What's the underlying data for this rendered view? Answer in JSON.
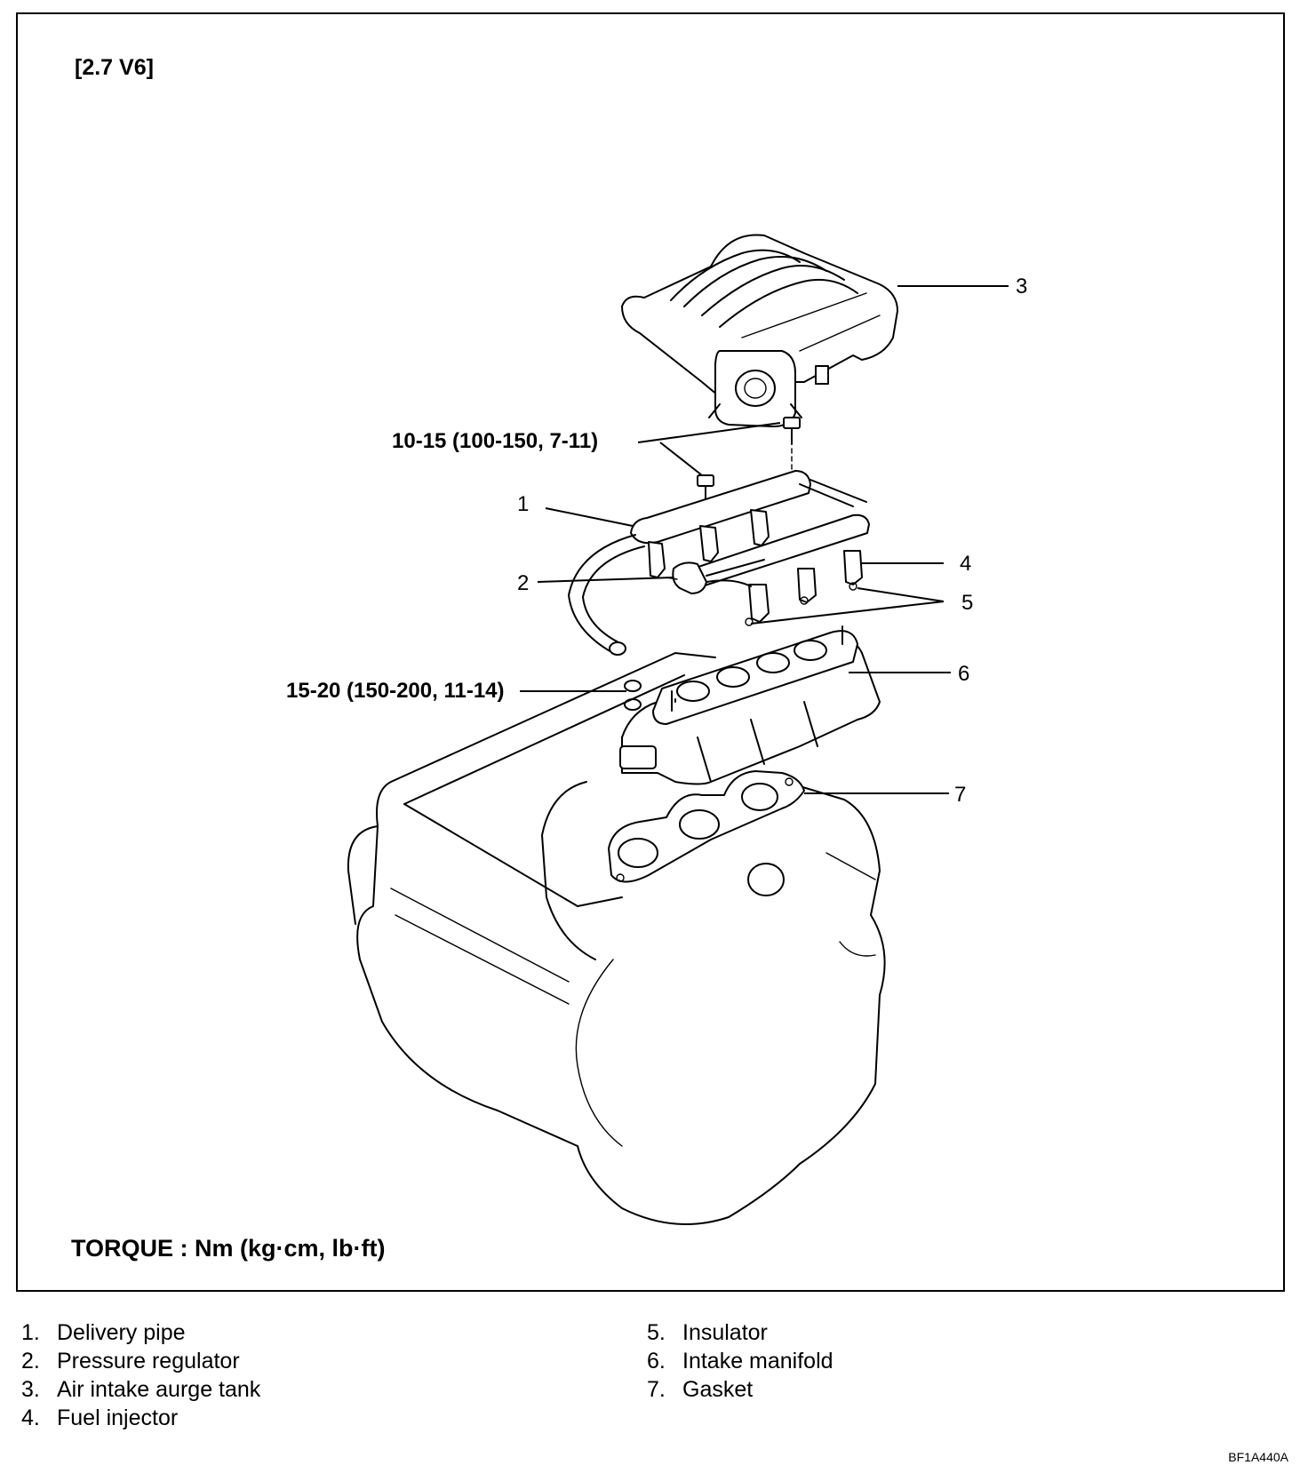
{
  "header": {
    "engine": "[2.7 V6]"
  },
  "torque_note": "TORQUE : Nm (kg·cm, lb·ft)",
  "diagram": {
    "callouts": [
      "1",
      "2",
      "3",
      "4",
      "5",
      "6",
      "7"
    ],
    "torque_specs": {
      "surge_tank_bolts": "10-15 (100-150, 7-11)",
      "manifold_nuts": "15-20 (150-200, 11-14)"
    }
  },
  "legend": {
    "left": [
      {
        "num": "1.",
        "label": "Delivery pipe"
      },
      {
        "num": "2.",
        "label": "Pressure regulator"
      },
      {
        "num": "3.",
        "label": "Air intake aurge tank"
      },
      {
        "num": "4.",
        "label": "Fuel injector"
      }
    ],
    "right": [
      {
        "num": "5.",
        "label": "Insulator"
      },
      {
        "num": "6.",
        "label": "Intake manifold"
      },
      {
        "num": "7.",
        "label": "Gasket"
      }
    ]
  },
  "figure_code": "BF1A440A"
}
